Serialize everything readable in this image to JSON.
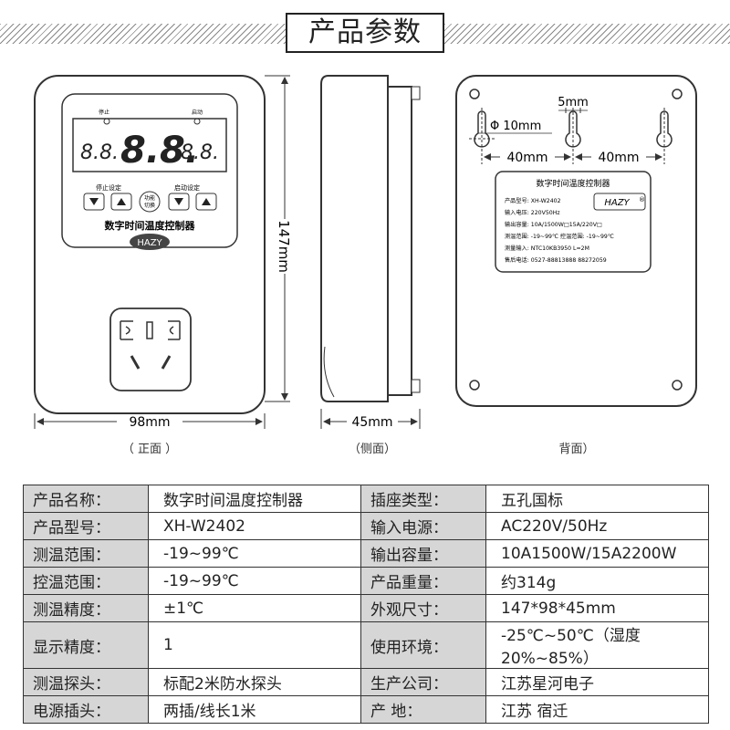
{
  "title": "产品参数",
  "front": {
    "label_stop": "停止",
    "label_start": "启动",
    "display_small_left": "8.8.",
    "display_big": "8.8.",
    "display_small_right": "8.8.",
    "stop_setting": "停止设定",
    "start_setting": "启动设定",
    "func_switch_1": "功能",
    "func_switch_2": "切换",
    "product_name": "数字时间温度控制器",
    "brand": "HAZY",
    "dim_height": "147mm",
    "dim_width": "98mm",
    "caption": "（ 正面 ）"
  },
  "side": {
    "dim_depth": "45mm",
    "caption": "（侧面）"
  },
  "back": {
    "dim_hole": "Φ 10mm",
    "dim_slot": "5mm",
    "dim_left": "40mm",
    "dim_right": "40mm",
    "label_title": "数字时间温度控制器",
    "brand": "HAZY",
    "label_lines": [
      "产品型号:  XH-W2402",
      "输入电压:  220V50Hz",
      "输出容量:  10A/1500W□15A/220V□",
      "测温范围:  -19~99℃  控温范围:  -19~99℃",
      "测量输入:  NTC10KB3950 L=2M",
      "售后电话:  0527-88813888  88272059"
    ],
    "caption": "背面）"
  },
  "specs": [
    [
      "产品名称：",
      "数字时间温度控制器",
      "插座类型：",
      "五孔国标"
    ],
    [
      "产品型号：",
      "XH-W2402",
      "输入电源：",
      "AC220V/50Hz"
    ],
    [
      "测温范围：",
      "-19~99℃",
      "输出容量：",
      "10A1500W/15A2200W"
    ],
    [
      "控温范围：",
      "-19~99℃",
      "产品重量：",
      "约314g"
    ],
    [
      "测温精度：",
      "±1℃",
      "外观尺寸：",
      "147*98*45mm"
    ],
    [
      "显示精度：",
      "1",
      "使用环境：",
      "-25℃~50℃（湿度20%~85%）"
    ],
    [
      "测温探头：",
      "标配2米防水探头",
      "生产公司：",
      "江苏星河电子"
    ],
    [
      "电源插头：",
      "两插/线长1米",
      "产    地：",
      "江苏 宿迁"
    ]
  ]
}
